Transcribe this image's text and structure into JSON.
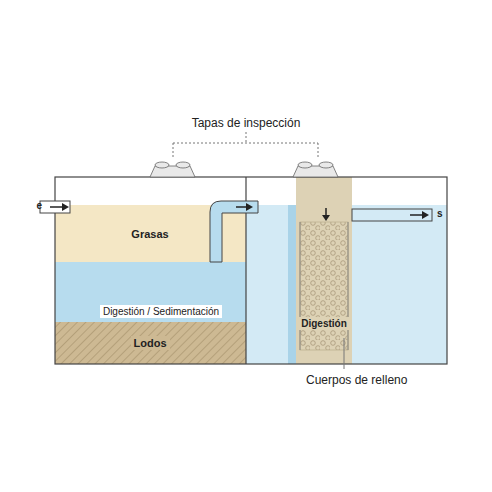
{
  "diagram": {
    "nodes": [
      {
        "text": [
          "Grasas"
        ]
      },
      {
        "text": [
          "Digestión / Sedimentación"
        ]
      },
      {
        "text": [
          "Lodos"
        ]
      },
      {
        "text": [
          "Digestión"
        ]
      }
    ],
    "labels": [
      "Tapas de inspección",
      "e",
      "s",
      "Cuerpos de relleno"
    ]
  }
}
